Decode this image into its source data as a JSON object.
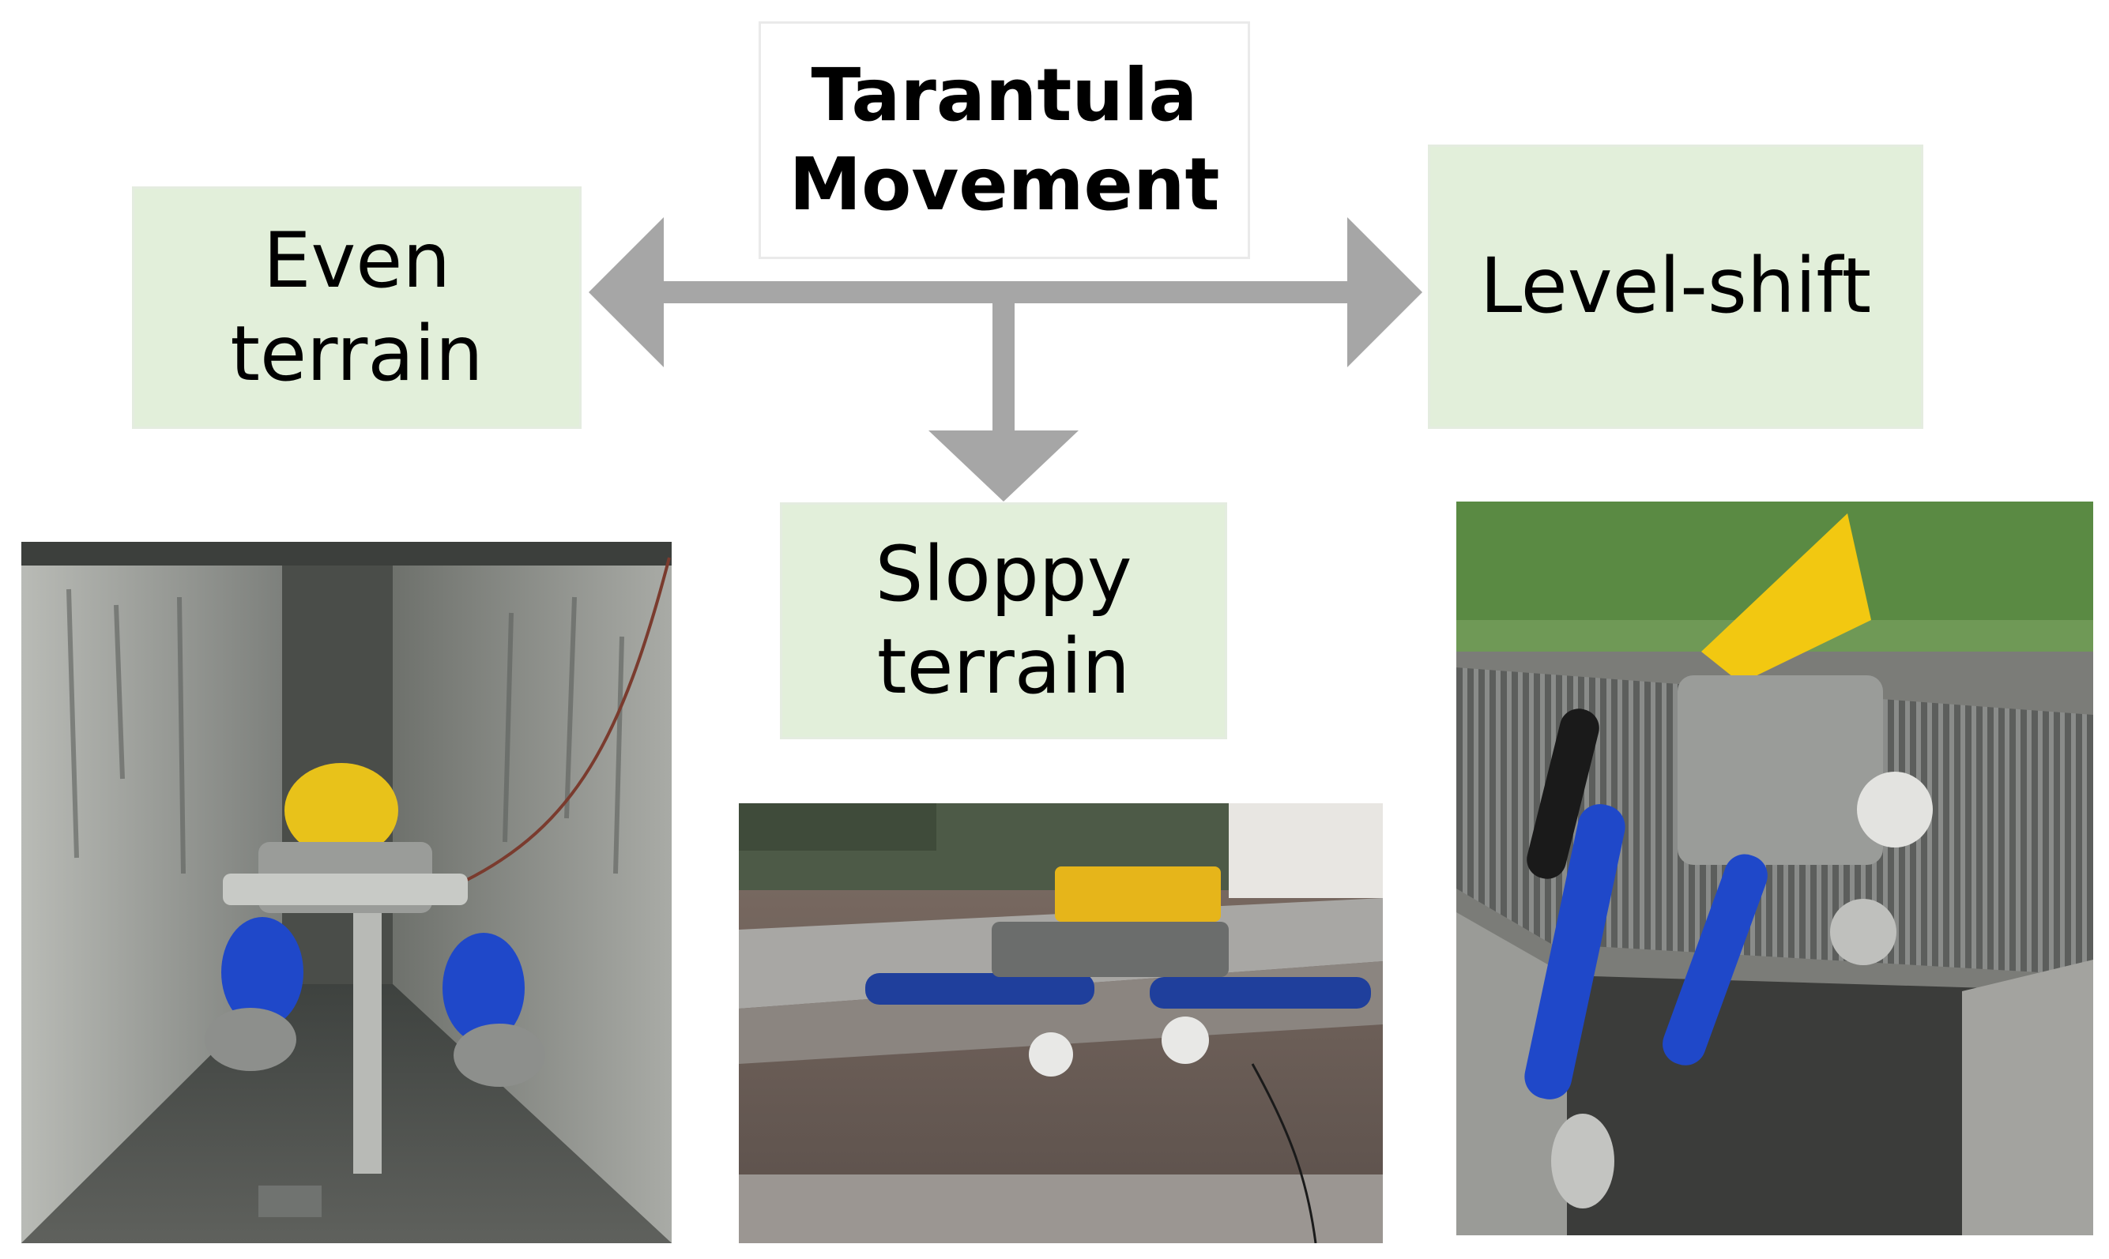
{
  "title": {
    "line1": "Tarantula",
    "line2": "Movement"
  },
  "branches": {
    "even": {
      "line1": "Even",
      "line2": "terrain"
    },
    "sloppy": {
      "line1": "Sloppy",
      "line2": "terrain"
    },
    "level": {
      "line1": "Level-shift"
    }
  },
  "colors": {
    "box_fill": "#e2efda",
    "arrow": "#a6a6a6",
    "robot_yellow": "#f2c811",
    "robot_blue": "#1f48c9"
  }
}
